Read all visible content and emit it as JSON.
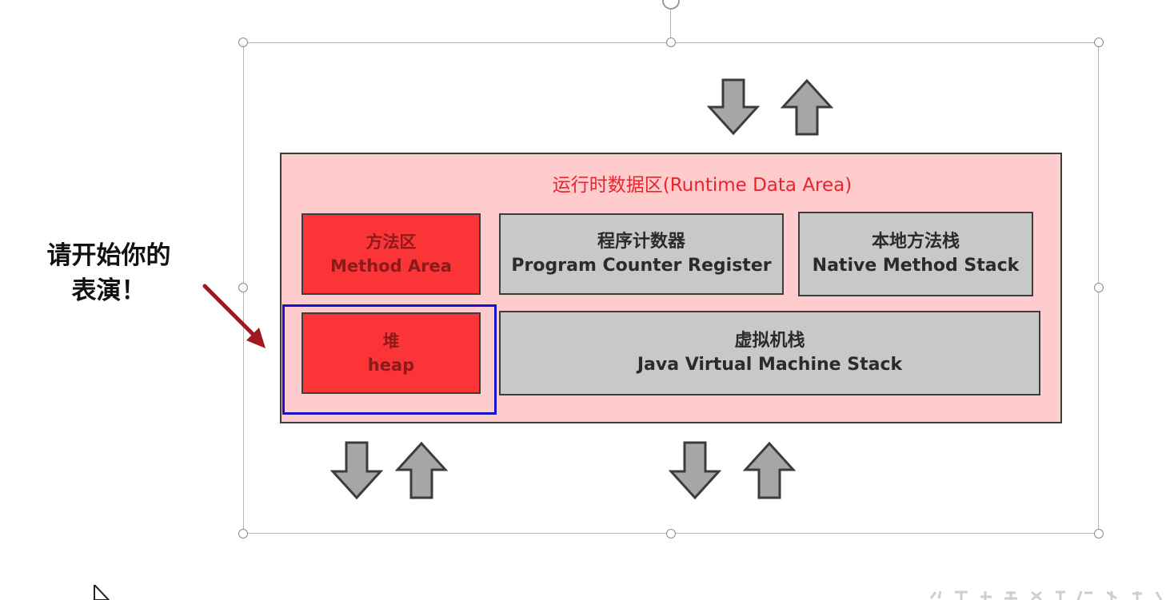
{
  "diagram": {
    "runtime_area": {
      "title": "运行时数据区(Runtime Data Area)"
    },
    "method_area": {
      "label_cn": "方法区",
      "label_en": "Method Area"
    },
    "program_counter": {
      "label_cn": "程序计数器",
      "label_en": "Program Counter Register"
    },
    "native_method_stack": {
      "label_cn": "本地方法栈",
      "label_en": "Native Method Stack"
    },
    "heap": {
      "label_cn": "堆",
      "label_en": "heap"
    },
    "jvm_stack": {
      "label_cn": "虚拟机栈",
      "label_en": "Java Virtual Machine Stack"
    }
  },
  "callout": {
    "line1": "请开始你的",
    "line2": "表演！"
  },
  "icons": {
    "down": "arrow-down-icon",
    "up": "arrow-up-icon",
    "pointer": "mouse-pointer-icon",
    "callout_arrow": "red-pointer-arrow-icon"
  },
  "colors": {
    "runtime_bg": "#ffcccd",
    "red_block": "#fb3438",
    "gray_block": "#c8c8c8",
    "title_red": "#e8242c",
    "highlight_blue": "#1515c8",
    "callout_arrow": "#a01820",
    "flow_arrow": "#a6a6a6"
  }
}
